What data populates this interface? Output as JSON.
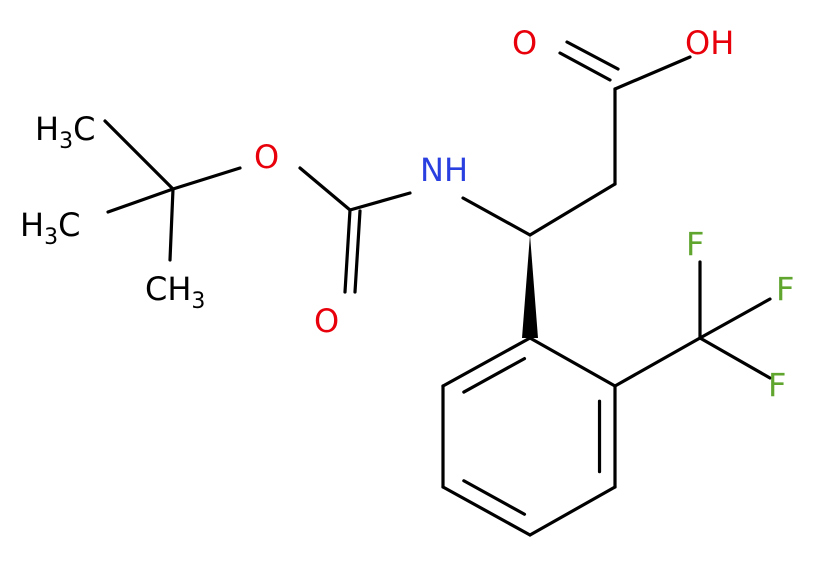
{
  "molecule": {
    "atoms": [
      {
        "id": "h3c_top",
        "text": "H",
        "sub": "3",
        "tail": "C",
        "color": "#000000"
      },
      {
        "id": "h3c_mid",
        "text": "H",
        "sub": "3",
        "tail": "C",
        "color": "#000000"
      },
      {
        "id": "ch3_bot",
        "text": "CH",
        "sub": "3",
        "tail": "",
        "color": "#000000"
      },
      {
        "id": "o_ester",
        "text": "O",
        "sub": "",
        "tail": "",
        "color": "#e8000b"
      },
      {
        "id": "o_carbonyl",
        "text": "O",
        "sub": "",
        "tail": "",
        "color": "#e8000b"
      },
      {
        "id": "nh",
        "text": "NH",
        "sub": "",
        "tail": "",
        "color": "#2a3fe0"
      },
      {
        "id": "o_acid_dbl",
        "text": "O",
        "sub": "",
        "tail": "",
        "color": "#e8000b"
      },
      {
        "id": "oh",
        "text": "OH",
        "sub": "",
        "tail": "",
        "color": "#e8000b"
      },
      {
        "id": "f1",
        "text": "F",
        "sub": "",
        "tail": "",
        "color": "#5fa52e"
      },
      {
        "id": "f2",
        "text": "F",
        "sub": "",
        "tail": "",
        "color": "#5fa52e"
      },
      {
        "id": "f3",
        "text": "F",
        "sub": "",
        "tail": "",
        "color": "#5fa52e"
      }
    ]
  }
}
